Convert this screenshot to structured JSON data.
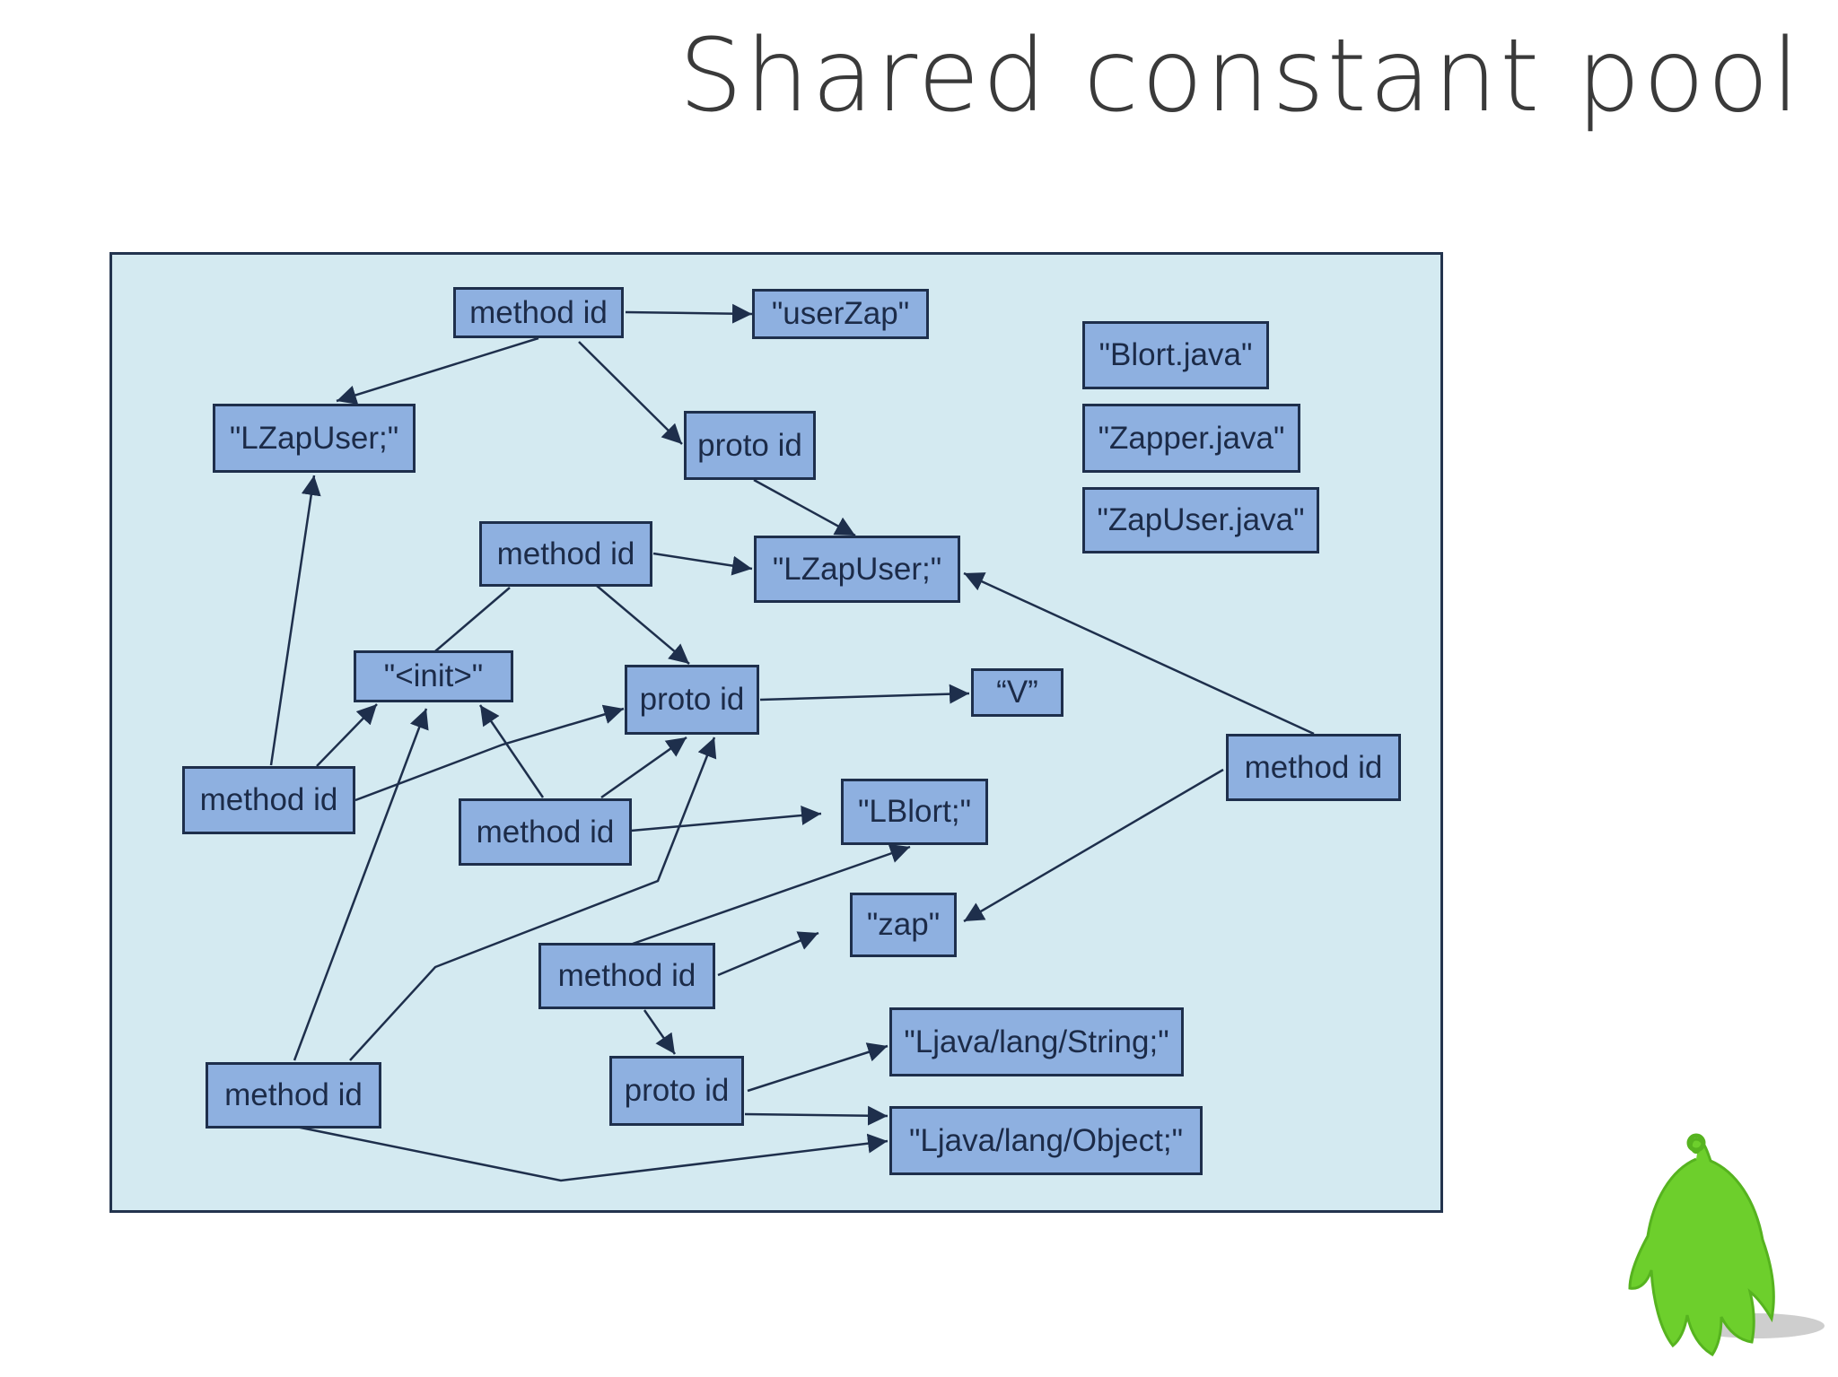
{
  "title": "Shared constant pool",
  "colors": {
    "panel_background": "#d4eaf1",
    "panel_border": "#23344e",
    "node_fill": "#8eb0e0",
    "node_border": "#1e2f4c",
    "edge": "#1e2f4c",
    "mascot": "#6dcf2c"
  },
  "diagram": {
    "nodes": {
      "method_id_top": "method id",
      "userzap": "\"userZap\"",
      "lzapuser_left": "\"LZapUser;\"",
      "proto_id_top": "proto id",
      "blort_java": "\"Blort.java\"",
      "zapper_java": "\"Zapper.java\"",
      "zapuser_java": "\"ZapUser.java\"",
      "method_id_mid": "method id",
      "lzapuser_mid": "\"LZapUser;\"",
      "init": "\"<init>\"",
      "proto_id_mid": "proto id",
      "v": "“V”",
      "method_id_left": "method id",
      "method_id_center": "method id",
      "lblort": "\"LBlort;\"",
      "method_id_right": "method id",
      "zap": "\"zap\"",
      "method_id_lower": "method id",
      "proto_id_bottom": "proto id",
      "string": "\"Ljava/lang/String;\"",
      "method_id_bottom": "method id",
      "object": "\"Ljava/lang/Object;\""
    }
  },
  "icons": {
    "mascot": "green-android-ghost-mascot-icon"
  }
}
